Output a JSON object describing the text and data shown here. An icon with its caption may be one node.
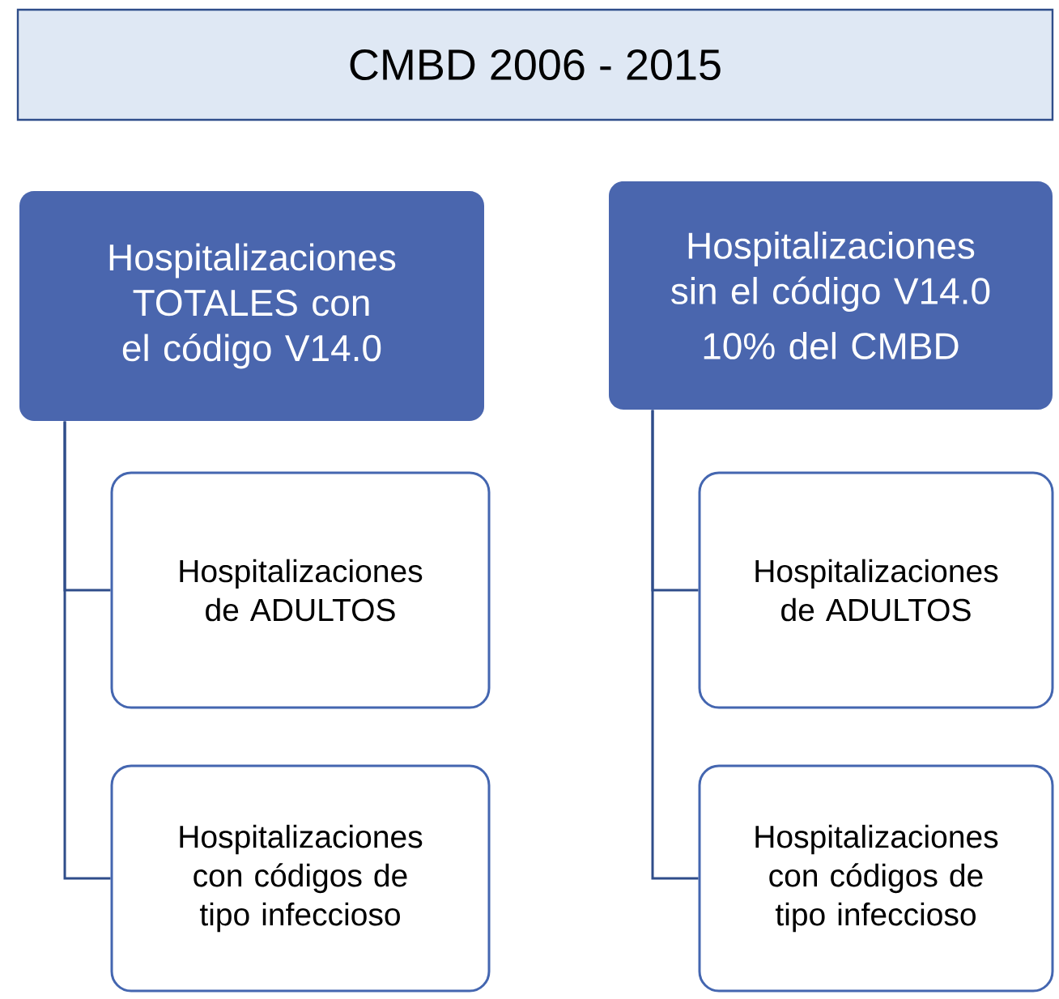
{
  "diagram": {
    "title": "CMBD 2006 - 2015",
    "nodes": [
      {
        "text": [
          "Hospitalizaciones TOTALES con el código V14.0"
        ]
      },
      {
        "text": [
          "Hospitalizaciones de ADULTOS"
        ]
      },
      {
        "text": [
          "Hospitalizaciones con códigos de tipo infeccioso"
        ]
      },
      {
        "text": [
          "Hospitalizaciones sin el código V14.0",
          "10% del CMBD"
        ]
      },
      {
        "text": [
          "Hospitalizaciones de ADULTOS"
        ]
      },
      {
        "text": [
          "Hospitalizaciones con códigos de tipo infeccioso"
        ]
      }
    ],
    "edges": [
      {
        "from": 0,
        "to": 1,
        "arrow": "none"
      },
      {
        "from": 0,
        "to": 2,
        "arrow": "none"
      },
      {
        "from": 3,
        "to": 4,
        "arrow": "none"
      },
      {
        "from": 3,
        "to": 5,
        "arrow": "none"
      }
    ]
  }
}
